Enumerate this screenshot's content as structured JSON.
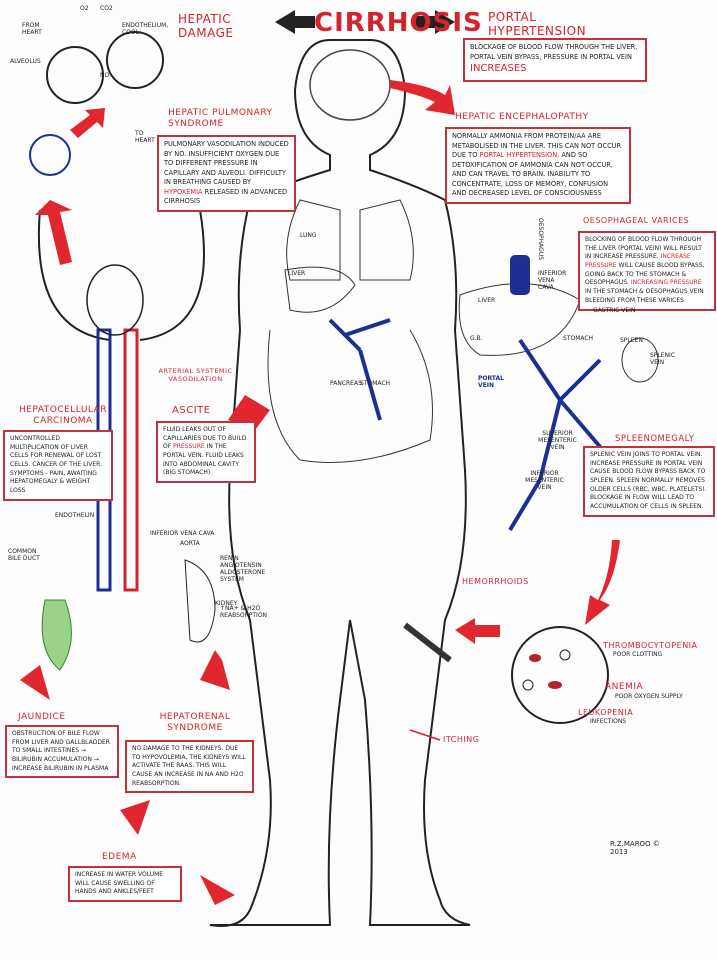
{
  "title": "CIRRHOSIS",
  "hepatic_damage": "HEPATIC DAMAGE",
  "portal_hypertension": {
    "heading": "PORTAL HYPERTENSION",
    "text": "BLOCKAGE OF BLOOD FLOW THROUGH THE LIVER, PORTAL VEIN BYPASS, PRESSURE IN PORTAL VEIN",
    "emphasis": "INCREASES"
  },
  "hepatopulmonary": {
    "heading": "HEPATIC PULMONARY SYNDROME",
    "text": "PULMONARY VASODILATION INDUCED BY NO. INSUFFICIENT OXYGEN DUE TO DIFFERENT PRESSURE IN CAPILLARY AND ALVEOLI. DIFFICULTY IN BREATHING CAUSED BY",
    "emphasis": "HYPOXEMIA",
    "text2": "RELEASED IN ADVANCED CIRRHOSIS"
  },
  "encephalopathy": {
    "heading": "HEPATIC ENCEPHALOPATHY",
    "text": "NORMALLY AMMONIA FROM PROTEIN/AA ARE METABOLISED IN THE LIVER. THIS CAN NOT OCCUR DUE TO",
    "emphasis": "PORTAL HYPERTENSION,",
    "text2": "AND SO DETOXIFICATION OF AMMONIA CAN NOT OCCUR, AND CAN TRAVEL TO BRAIN. INABILITY TO CONCENTRATE, LOSS OF MEMORY, CONFUSION AND DECREASED LEVEL OF CONSCIOUSNESS"
  },
  "varices": {
    "heading": "OESOPHAGEAL VARICES",
    "text": "BLOCKING OF BLOOD FLOW THROUGH THE LIVER (PORTAL VEIN) WILL RESULT IN INCREASE PRESSURE.",
    "emphasis": "INCREASE PRESSURE",
    "text2": "WILL CAUSE BLOOD BYPASS, GOING BACK TO THE STOMACH & OESOPHAGUS.",
    "emphasis2": "INCREASING PRESSURE",
    "text3": "IN THE STOMACH & OESOPHAGUS VEIN BLEEDING FROM THESE VARICES"
  },
  "splenomegaly": {
    "heading": "SPLEENOMEGALY",
    "text": "SPLENIC VEIN JOINS TO PORTAL VEIN. INCREASE PRESSURE IN PORTAL VEIN CAUSE BLOOD FLOW BYPASS BACK TO SPLEEN. SPLEEN NORMALLY REMOVES OLDER CELLS (RBC, WBC, PLATELETS). BLOCKAGE IN FLOW WILL LEAD TO ACCUMULATION OF CELLS IN SPLEEN."
  },
  "hemorrhoids": "HEMORRHOIDS",
  "blood": [
    {
      "heading": "THROMBOCYTOPENIA",
      "sub": "POOR CLOTTING"
    },
    {
      "heading": "ANEMIA",
      "sub": "POOR OXYGEN SUPPLY"
    },
    {
      "heading": "LEUKOPENIA",
      "sub": "INFECTIONS"
    }
  ],
  "itching": "ITCHING",
  "hcc": {
    "heading": "HEPATOCELLULAR CARCINOMA",
    "text": "UNCONTROLLED MULTIPLICATION OF LIVER CELLS FOR RENEWAL OF LOST CELLS. CANCER OF THE LIVER. SYMPTOMS - PAIN, AWAITING HEPATOMEGALY & WEIGHT LOSS"
  },
  "ascites": {
    "heading": "ASCITE",
    "text": "FLUID LEAKS OUT OF CAPILLARIES DUE TO BUILD OF",
    "emphasis": "PRESSURE",
    "text2": "IN THE PORTAL VEIN. FLUID LEAKS INTO ABDOMINAL CAVITY (BIG STOMACH)"
  },
  "vasodilation": "ARTERIAL SYSTEMIC VASODILATION",
  "jaundice": {
    "heading": "JAUNDICE",
    "text": "OBSTRUCTION OF BILE FLOW FROM LIVER AND GALLBLADDER TO SMALL INTESTINES → BILIRUBIN ACCUMULATION → INCREASE BILIRUBIN IN PLASMA"
  },
  "hepatorenal": {
    "heading": "HEPATORENAL SYNDROME",
    "text": "NO DAMAGE TO THE KIDNEYS. DUE TO HYPOVOLEMIA, THE KIDNEYS WILL ACTIVATE THE RAAS. THIS WILL CAUSE AN INCREASE IN Na AND H2O REABSORPTION."
  },
  "edema": {
    "heading": "EDEMA",
    "text": "INCREASE IN WATER VOLUME WILL CAUSE SWELLING OF HANDS AND ANKLES/FEET"
  },
  "labels": {
    "o2": "O2",
    "co2": "CO2",
    "from_heart": "FROM HEART",
    "alveolus": "ALVEOLUS",
    "endothelium": "ENDOTHELIUM, COOL",
    "no": "NO",
    "to_heart": "TO HEART",
    "liver": "LIVER",
    "lung": "LUNG",
    "oesophagus": "OESOPHAGUS",
    "stomach": "STOMACH",
    "spleen": "SPLEEN",
    "pancreas": "PANCREAS",
    "portal_vein": "PORTAL VEIN",
    "gastric_vein": "GASTRIC VEIN",
    "splenic_vein": "SPLENIC VEIN",
    "sup_mes": "SUPERIOR MESENTERIC VEIN",
    "inf_mes": "INFERIOR MESENTERIC VEIN",
    "ivc": "INFERIOR VENA CAVA",
    "aorta": "AORTA",
    "kidney": "KIDNEY",
    "raas": "RENIN ANGIOTENSIN ALDOSTERONE SYSTEM",
    "na_h2o": "↑Na+ & H2O REABSORPTION",
    "bile_duct": "COMMON BILE DUCT",
    "endothelin": "ENDOTHELIN",
    "gb": "G.B."
  },
  "signature": "R.Z.MAROO © 2013",
  "colors": {
    "red": "#d5232c",
    "blue": "#1e2f93"
  }
}
